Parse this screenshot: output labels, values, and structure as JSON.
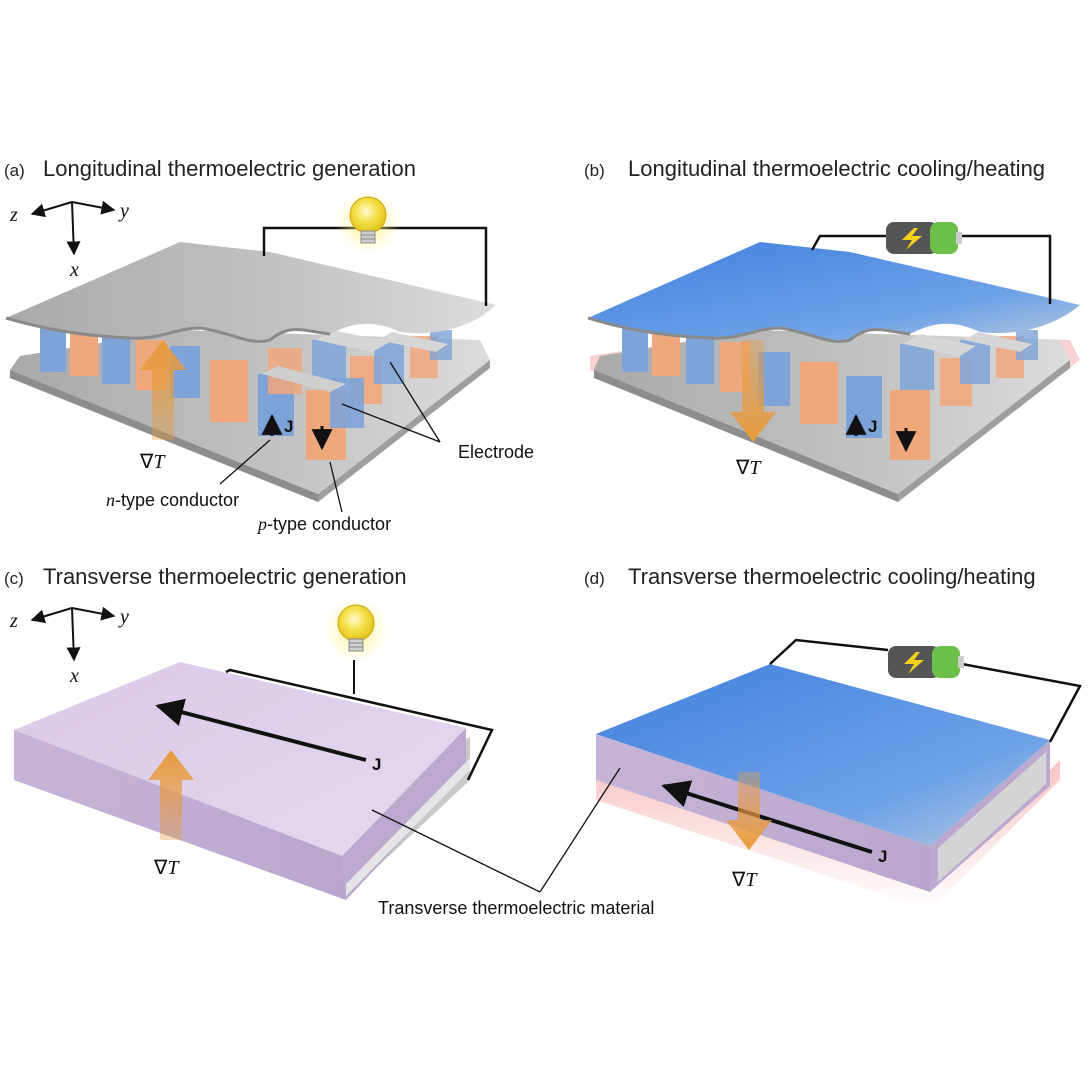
{
  "panels": {
    "a": {
      "letter": "(a)",
      "title": "Longitudinal thermoelectric generation"
    },
    "b": {
      "letter": "(b)",
      "title": "Longitudinal thermoelectric cooling/heating"
    },
    "c": {
      "letter": "(c)",
      "title": "Transverse thermoelectric generation"
    },
    "d": {
      "letter": "(d)",
      "title": "Transverse thermoelectric cooling/heating"
    }
  },
  "axes": {
    "z": "z",
    "y": "y",
    "x": "x"
  },
  "labels": {
    "electrode": "Electrode",
    "n_type_prefix": "n",
    "n_type_suffix": "-type conductor",
    "p_type_prefix": "p",
    "p_type_suffix": "-type conductor",
    "transverse_material": "Transverse thermoelectric material",
    "current": "J",
    "nabla": "∇",
    "temperature": "T"
  },
  "colors": {
    "electrode_gray": "#b9b9b9",
    "n_type_blue": "#7ea3d8",
    "p_type_orange": "#f0a77c",
    "heat_arrow_orange": "#e89a3c",
    "cold_blue": "#5e93e0",
    "hot_red": "#f08585",
    "transverse_lavender": "#d6c7e3",
    "bulb_yellow": "#f5e04a",
    "battery_green": "#6cc04a"
  },
  "icons": [
    "light-bulb-icon",
    "battery-icon"
  ]
}
